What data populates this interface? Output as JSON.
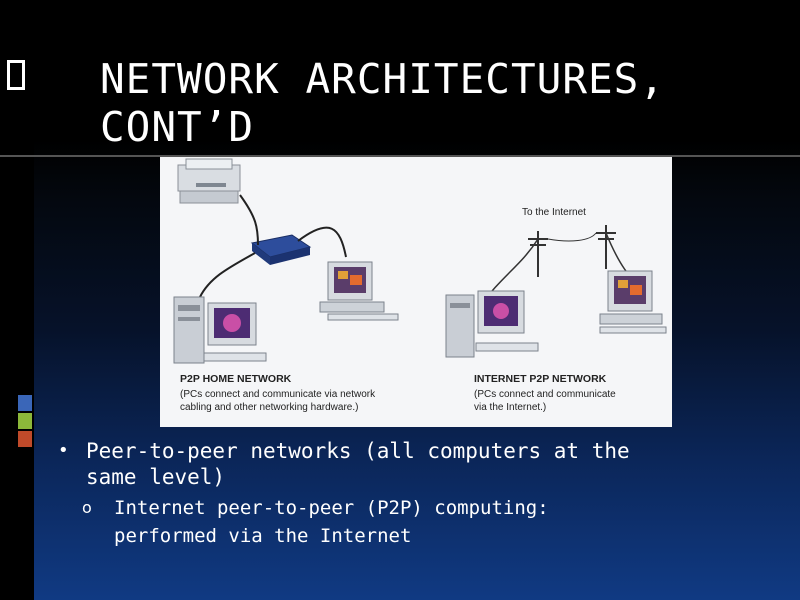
{
  "slide": {
    "title_line1": "NETWORK ARCHITECTURES,",
    "title_line2": "CONT’D",
    "accent_colors": [
      "#3a66b8",
      "#8cb83a",
      "#c04a2a"
    ]
  },
  "figure": {
    "internet_label": "To the Internet",
    "home_network_title": "P2P HOME NETWORK",
    "home_network_desc_line1": "(PCs connect and communicate via network",
    "home_network_desc_line2": "cabling and other networking hardware.)",
    "internet_network_title": "INTERNET P2P NETWORK",
    "internet_network_desc_line1": "(PCs connect and communicate",
    "internet_network_desc_line2": "via the Internet.)"
  },
  "bullets": {
    "level1_marker": "•",
    "level1_text_line1": "Peer-to-peer networks (all computers at the",
    "level1_text_line2": "same level)",
    "level2_marker": "o",
    "level2_text_line1": "Internet peer-to-peer (P2P) computing:",
    "level2_text_line2": "performed via the Internet"
  }
}
